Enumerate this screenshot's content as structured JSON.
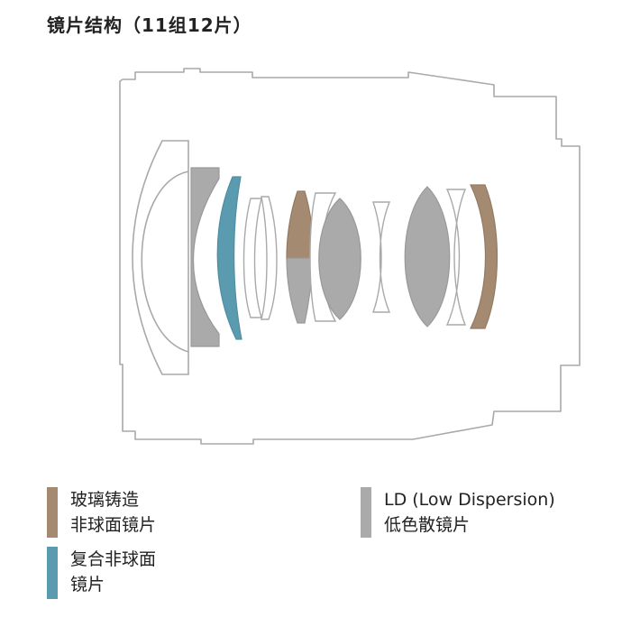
{
  "title": "镜片结构（11组12片）",
  "colors": {
    "outline": "#a9a9a9",
    "lens_fill": "#ffffff",
    "glass_molded_aspherical": "#a58a72",
    "hybrid_aspherical": "#5a9bb0",
    "ld_low_dispersion": "#aaaaaa"
  },
  "legend": [
    {
      "key": "glass_molded_aspherical",
      "line1": "玻璃铸造",
      "line2": "非球面镜片"
    },
    {
      "key": "hybrid_aspherical",
      "line1": "复合非球面",
      "line2": "镜片"
    },
    {
      "key": "ld_low_dispersion",
      "line1": "LD (Low Dispersion)",
      "line2": "低色散镜片"
    }
  ]
}
